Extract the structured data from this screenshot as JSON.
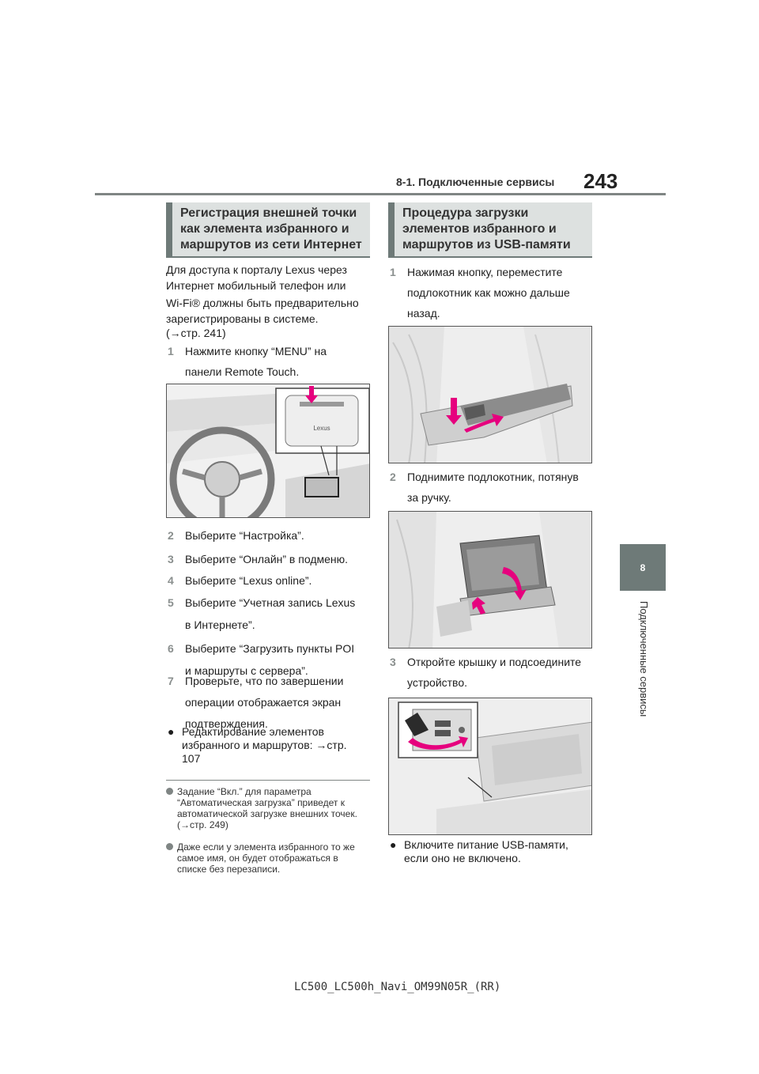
{
  "header": {
    "page_number": "243",
    "section_title": "8-1. Подключенные сервисы",
    "chapter_number": "8",
    "chapter_label": "Подключенные сервисы"
  },
  "left": {
    "heading_lines": [
      "Регистрация внешней точки",
      "как элемента избранного и",
      "маршрутов из сети Интернет"
    ],
    "intro_lines": [
      "Для доступа к порталу Lexus через",
      "Интернет мобильный телефон или",
      "Wi-Fi® должны быть предварительно",
      "зарегистрированы в системе.",
      "(→стр. 241)"
    ],
    "step1": {
      "num": "1",
      "lines": [
        "Нажмите кнопку “MENU” на",
        "панели Remote Touch."
      ]
    },
    "steps": [
      {
        "num": "2",
        "lines": [
          "Выберите “Настройка”."
        ]
      },
      {
        "num": "3",
        "lines": [
          "Выберите “Онлайн” в подменю."
        ]
      },
      {
        "num": "4",
        "lines": [
          "Выберите “Lexus online”."
        ]
      },
      {
        "num": "5",
        "lines": [
          "Выберите “Учетная запись Lexus",
          "в Интернете”."
        ]
      },
      {
        "num": "6",
        "lines": [
          "Выберите “Загрузить пункты POI",
          "и маршруты с сервера”."
        ]
      },
      {
        "num": "7",
        "lines": [
          "Проверьте, что по завершении",
          "операции отображается экран",
          "подтверждения."
        ]
      }
    ],
    "bullet_lines": [
      "Редактирование элементов",
      "избранного и маршрутов: →стр.",
      "107"
    ],
    "notes": [
      {
        "lines": [
          "Задание “Вкл.” для параметра",
          "“Автоматическая загрузка” приведет к",
          "автоматической загрузке внешних точек.",
          "(→стр. 249)"
        ]
      },
      {
        "lines": [
          "Даже если у элемента избранного то же",
          "самое имя, он будет отображаться в",
          "списке без перезаписи."
        ]
      }
    ]
  },
  "right": {
    "heading_lines": [
      "Процедура загрузки",
      "элементов избранного и",
      "маршрутов из USB-памяти"
    ],
    "step1": {
      "num": "1",
      "lines": [
        "Нажимая кнопку, переместите",
        "подлокотник как можно дальше",
        "назад."
      ]
    },
    "step2": {
      "num": "2",
      "lines": [
        "Поднимите подлокотник, потянув",
        "за ручку."
      ]
    },
    "step3": {
      "num": "3",
      "lines": [
        "Откройте крышку и подсоедините",
        "устройство."
      ]
    },
    "bullet_lines": [
      "Включите питание USB-памяти,",
      "если оно не включено."
    ]
  },
  "footer": {
    "code": "LC500_LC500h_Navi_OM99N05R_(RR)"
  },
  "colors": {
    "accent_magenta": "#e6007e",
    "section_gray": "#6e7a78",
    "heading_bg": "#dde1e0"
  },
  "illustrations": {
    "remote_touch_label": "Lexus"
  }
}
